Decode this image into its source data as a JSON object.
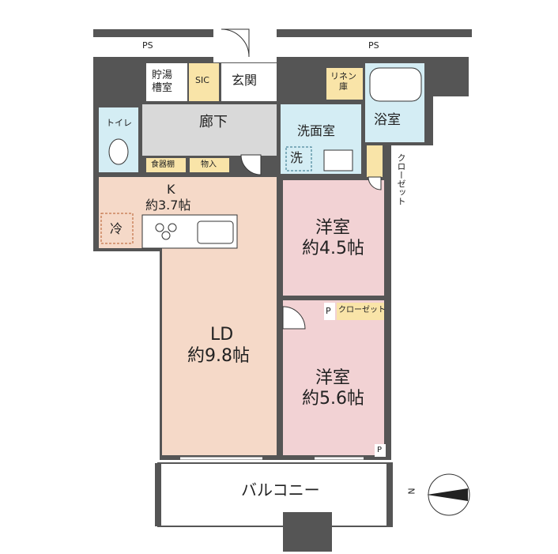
{
  "rooms": {
    "ps_left": "PS",
    "ps_right": "PS",
    "hot_water_tank": "貯湯\n槽室",
    "sic": "SIC",
    "entrance": "玄関",
    "linen": "リネン\n庫",
    "bathroom": "浴室",
    "toilet": "トイレ",
    "corridor": "廊下",
    "washroom": "洗面室",
    "washer": "洗",
    "closet_vertical": "クローゼット",
    "dish_shelf": "食器棚",
    "storage": "物入",
    "kitchen_name": "K",
    "kitchen_size": "約3.7帖",
    "fridge": "冷",
    "western1_name": "洋室",
    "western1_size": "約4.5帖",
    "ld_name": "LD",
    "ld_size": "約9.8帖",
    "pipe_space1": "P",
    "closet2": "クローゼット",
    "western2_name": "洋室",
    "western2_size": "約5.6帖",
    "pipe_space2": "P",
    "balcony": "バルコニー"
  },
  "compass": {
    "label": "N"
  },
  "colors": {
    "wall": "#555555",
    "kitchen_ld": "#f5d9c8",
    "western": "#f2d2d4",
    "wet_area": "#d4edf4",
    "corridor": "#d9d9d9",
    "storage": "#f9e4a8"
  }
}
